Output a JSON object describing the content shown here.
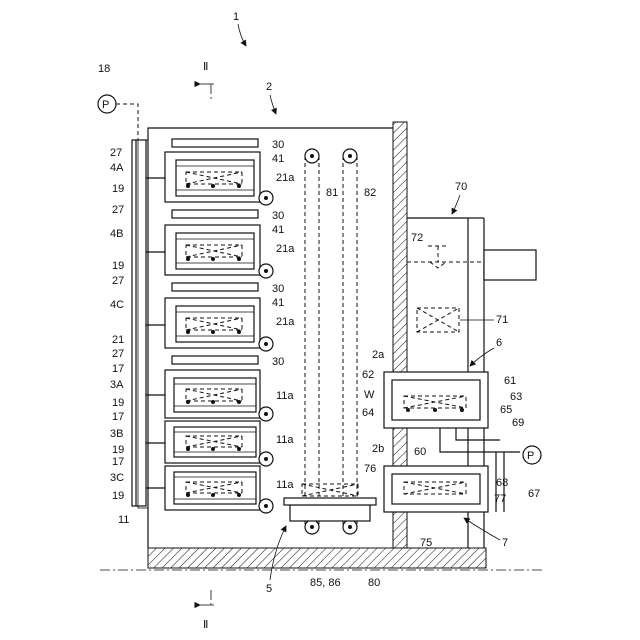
{
  "figure": {
    "title_ref": "1",
    "section_marks": [
      "Ⅱ",
      "Ⅱ"
    ],
    "labels": {
      "L18": "18",
      "L2": "2",
      "L70": "70",
      "L72": "72",
      "L71": "71",
      "L30a": "30",
      "L41a": "41",
      "L21a_1": "21a",
      "L27a": "27",
      "L4A": "4A",
      "L19a": "19",
      "L27b": "27",
      "L81": "81",
      "L82": "82",
      "L30b": "30",
      "L41b": "41",
      "L4B": "4B",
      "L21a_2": "21a",
      "L19b": "19",
      "L27c": "27",
      "L30c": "30",
      "L41c": "41",
      "L4C": "4C",
      "L21a_3": "21a",
      "L21": "21",
      "L27d": "27",
      "L30d": "30",
      "L17a": "17",
      "L3A": "3A",
      "L11a_1": "11a",
      "L19c": "19",
      "L17b": "17",
      "L3B": "3B",
      "L11a_2": "11a",
      "L19d": "19",
      "L17c": "17",
      "L3C": "3C",
      "L11a_3": "11a",
      "L19e": "19",
      "L11": "11",
      "L2a": "2a",
      "L6": "6",
      "L62": "62",
      "L61": "61",
      "LW": "W",
      "L63": "63",
      "L64": "64",
      "L65": "65",
      "L69": "69",
      "L60": "60",
      "L2b": "2b",
      "L76": "76",
      "L68": "68",
      "L77": "77",
      "L67": "67",
      "L75": "75",
      "L7": "7",
      "L5": "5",
      "L8586": "85, 86",
      "L80": "80"
    },
    "pump_symbols": [
      "P",
      "P"
    ]
  }
}
